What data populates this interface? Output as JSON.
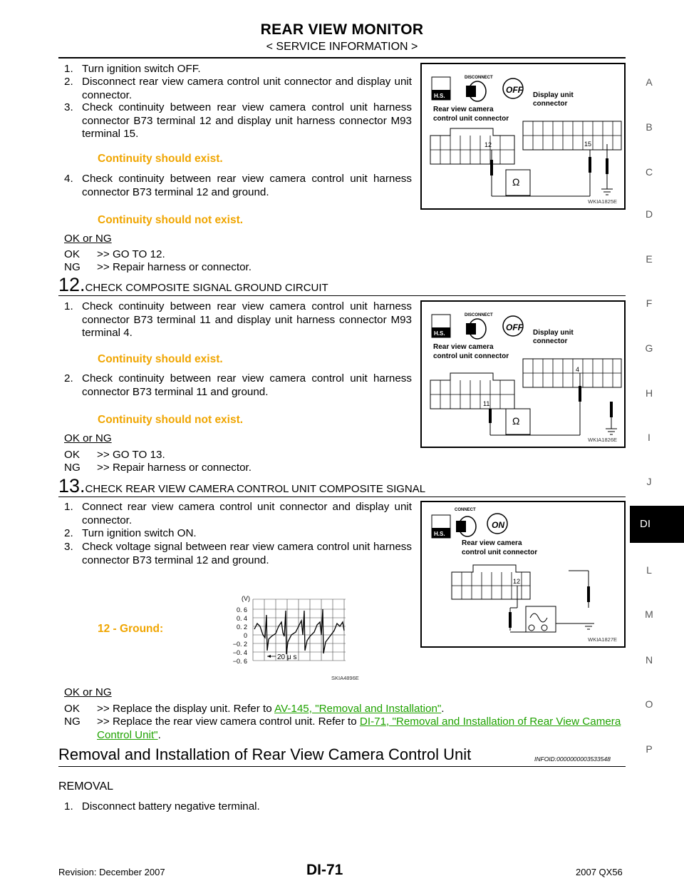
{
  "header": {
    "title": "REAR VIEW MONITOR",
    "subtitle": "< SERVICE INFORMATION >"
  },
  "sidebar": {
    "letters": [
      "A",
      "B",
      "C",
      "D",
      "E",
      "F",
      "G",
      "H",
      "I",
      "J",
      "L",
      "M",
      "N",
      "O",
      "P"
    ],
    "active_tab": "DI"
  },
  "block11": {
    "steps": [
      {
        "num": "1.",
        "text": "Turn ignition switch OFF."
      },
      {
        "num": "2.",
        "text": "Disconnect rear view camera control unit connector and display unit connector."
      },
      {
        "num": "3.",
        "text": "Check continuity between rear view camera control unit harness connector B73 terminal 12 and display unit harness connector M93 terminal 15."
      },
      {
        "num": "4.",
        "text": "Check continuity between rear view camera control unit harness connector B73 terminal 12 and ground."
      }
    ],
    "spec1": "Continuity should exist.",
    "spec2": "Continuity should not exist.",
    "okng_label": "OK or NG",
    "ok": {
      "code": "OK",
      "text": ">> GO TO 12."
    },
    "ng": {
      "code": "NG",
      "text": ">> Repair harness or connector."
    },
    "figure": {
      "code": "WKIA1825E",
      "connector_label": "Rear view camera control unit connector",
      "display_label": "Display unit connector",
      "disconnect": "DISCONNECT",
      "off": "OFF",
      "hs": "H.S.",
      "term_a": "12",
      "term_b": "15"
    }
  },
  "block12": {
    "number": "12.",
    "title": "CHECK COMPOSITE SIGNAL GROUND CIRCUIT",
    "steps": [
      {
        "num": "1.",
        "text": "Check continuity between rear view camera control unit harness connector B73 terminal 11 and display unit harness connector M93 terminal 4."
      },
      {
        "num": "2.",
        "text": "Check continuity between rear view camera control unit harness connector B73 terminal 11 and ground."
      }
    ],
    "spec1": "Continuity should exist.",
    "spec2": "Continuity should not exist.",
    "okng_label": "OK or NG",
    "ok": {
      "code": "OK",
      "text": ">> GO TO 13."
    },
    "ng": {
      "code": "NG",
      "text": ">> Repair harness or connector."
    },
    "figure": {
      "code": "WKIA1826E",
      "connector_label": "Rear view camera control unit connector",
      "display_label": "Display unit connector",
      "disconnect": "DISCONNECT",
      "off": "OFF",
      "hs": "H.S.",
      "term_a": "11",
      "term_b": "4"
    }
  },
  "block13": {
    "number": "13.",
    "title": "CHECK REAR VIEW CAMERA CONTROL UNIT COMPOSITE SIGNAL",
    "steps": [
      {
        "num": "1.",
        "text": "Connect rear view camera control unit connector and display unit connector."
      },
      {
        "num": "2.",
        "text": "Turn ignition switch ON."
      },
      {
        "num": "3.",
        "text": "Check voltage signal between rear view camera control unit harness connector B73 terminal 12 and ground."
      }
    ],
    "spec_label": "12 - Ground:",
    "okng_label": "OK or NG",
    "ok": {
      "code": "OK",
      "text": ">> Replace the display unit. Refer to ",
      "link": "AV-145, \"Removal and Installation\"",
      "after": "."
    },
    "ng": {
      "code": "NG",
      "text": ">> Replace the rear view camera control unit. Refer to ",
      "link": "DI-71, \"Removal and Installation of Rear View Camera Control Unit\"",
      "after": "."
    },
    "figure": {
      "code": "WKIA1827E",
      "connector_label": "Rear view camera control unit connector",
      "connect": "CONNECT",
      "on": "ON",
      "hs": "H.S.",
      "term_a": "12"
    },
    "waveform": {
      "code": "SKIA4896E",
      "unit": "(V)",
      "ticks": [
        "0. 6",
        "0. 4",
        "0. 2",
        "0",
        "−0. 2",
        "−0. 4",
        "−0. 6"
      ],
      "timebase": "20 μ s"
    }
  },
  "removal": {
    "heading": "Removal and Installation of Rear View Camera Control Unit",
    "infoid": "INFOID:0000000003533548",
    "subheading": "REMOVAL",
    "step": {
      "num": "1.",
      "text": "Disconnect battery negative terminal."
    }
  },
  "footer": {
    "revision": "Revision: December 2007",
    "page": "DI-71",
    "model": "2007 QX56"
  }
}
